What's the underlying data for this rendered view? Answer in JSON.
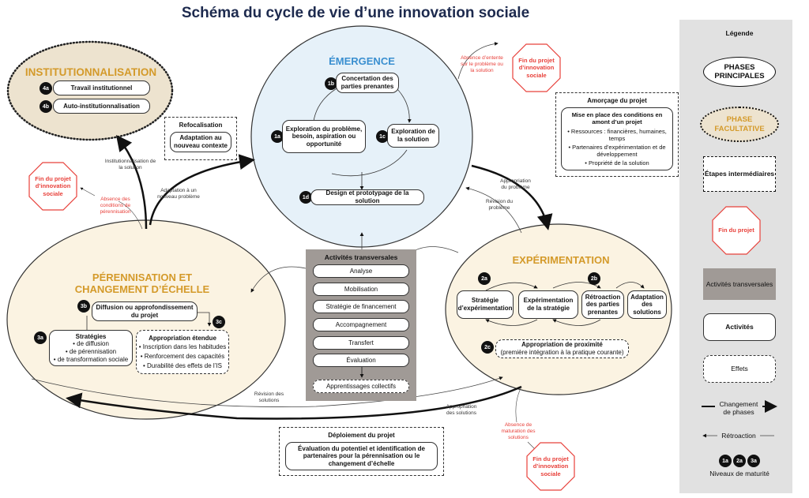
{
  "title": "Schéma du cycle de vie d’une innovation sociale",
  "colors": {
    "title": "#1d2a4e",
    "emergence": "#3a8fd0",
    "phase_gold": "#d49a2a",
    "stop_red": "#e8403a",
    "transversal_gray": "#a09a96"
  },
  "institutionnalisation": {
    "title": "INSTITUTIONNALISATION",
    "items": [
      {
        "num": "4a",
        "label": "Travail institutionnel"
      },
      {
        "num": "4b",
        "label": "Auto-institutionnalisation"
      }
    ]
  },
  "refocalisation": {
    "title": "Refocalisation",
    "item": "Adaptation au nouveau contexte"
  },
  "emergence": {
    "title": "ÉMERGENCE",
    "items": [
      {
        "num": "1b",
        "label": "Concertation des parties prenantes"
      },
      {
        "num": "1a",
        "label": "Exploration du problème, besoin, aspiration ou opportunité"
      },
      {
        "num": "1c",
        "label": "Exploration de la solution"
      },
      {
        "num": "1d",
        "label": "Design et prototypage de la solution"
      }
    ]
  },
  "stops": [
    "Fin du projet d’innovation sociale",
    "Fin du projet d’innovation sociale",
    "Fin du projet d’innovation sociale"
  ],
  "amorcage": {
    "title": "Amorçage du projet",
    "heading": "Mise en place des conditions en amont d’un projet",
    "bullets": [
      "• Ressources : financières, humaines, temps",
      "• Partenaires d’expérimentation et de développement",
      "• Propriété de la solution"
    ]
  },
  "arrows": {
    "institutionnalisation": "Institutionnalisation de la solution",
    "adaptation": "Adaptation à un nouveau problème",
    "absence_perennisation": "Absence des conditions de pérennisation",
    "absence_entente": "Absence d’entente sur le problème ou la solution",
    "appropriation_probleme": "Appropriation du problème",
    "revision_probleme": "Révision du problème",
    "revision_solutions": "Révision des solutions",
    "appropriation_solutions": "Appropriation des solutions",
    "absence_maturation": "Absence de maturation des solutions"
  },
  "transversal": {
    "title": "Activités transversales",
    "items": [
      "Analyse",
      "Mobilisation",
      "Stratégie de financement",
      "Accompagnement",
      "Transfert",
      "Évaluation"
    ],
    "effect": "Apprentissages collectifs"
  },
  "perennisation": {
    "title": "PÉRENNISATION ET CHANGEMENT D’ÉCHELLE",
    "n3b": "3b",
    "diffusion": "Diffusion ou approfondissement du projet",
    "n3a": "3a",
    "strategies_title": "Stratégies",
    "strategies": [
      "• de diffusion",
      "• de pérennisation",
      "• de transformation sociale"
    ],
    "n3c": "3c",
    "appropriation_title": "Appropriation étendue",
    "appropriation": [
      "• Inscription dans les habitudes",
      "• Renforcement des capacités",
      "• Durabilité des effets de l’IS"
    ]
  },
  "experimentation": {
    "title": "EXPÉRIMENTATION",
    "n2a": "2a",
    "n2b": "2b",
    "n2c": "2c",
    "items": [
      "Stratégie d’expérimentation",
      "Expérimentation de la stratégie",
      "Rétroaction des parties prenantes",
      "Adaptation des solutions"
    ],
    "proximite_title": "Appropriation de proximité",
    "proximite_sub": "(première intégration à la pratique courante)"
  },
  "deploiement": {
    "title": "Déploiement du projet",
    "item": "Évaluation du potentiel et identification de partenaires pour la pérennisation ou le changement d’échelle"
  },
  "legend": {
    "title": "Légende",
    "phases": "PHASES PRINCIPALES",
    "facultative": "PHASE FACULTATIVE",
    "etapes": "Étapes intermédiaires",
    "fin": "Fin du projet",
    "transversales": "Activités transversales",
    "activites": "Activités",
    "effets": "Effets",
    "changement": "Changement de phases",
    "retroaction": "Rétroaction",
    "levels": [
      "1a",
      "2a",
      "3a"
    ],
    "niveaux": "Niveaux de maturité"
  }
}
